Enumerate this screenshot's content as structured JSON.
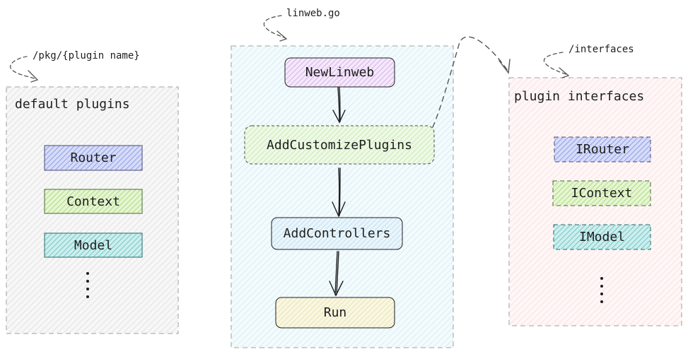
{
  "annotations": {
    "left_path": "/pkg/{plugin name}",
    "center_file": "linweb.go",
    "right_path": "/interfaces"
  },
  "left_panel": {
    "title": "default plugins",
    "items": [
      "Router",
      "Context",
      "Model"
    ]
  },
  "center_panel": {
    "steps": [
      "NewLinweb",
      "AddCustomizePlugins",
      "AddControllers",
      "Run"
    ]
  },
  "right_panel": {
    "title": "plugin interfaces",
    "items": [
      "IRouter",
      "IContext",
      "IModel"
    ]
  },
  "colors": {
    "panel_gray": "#ececec",
    "panel_blue": "#dff2f7",
    "panel_pink": "#fde4e4",
    "router_blue": "#a5b4f0",
    "context_green": "#c5e8a0",
    "model_teal": "#92d6d6",
    "newlinweb_purple": "#e3c6f0",
    "customize_green": "#d3f0c0",
    "controllers_blue": "#cce6f5",
    "run_yellow": "#f2efc4",
    "stroke": "#1e1e1e"
  }
}
